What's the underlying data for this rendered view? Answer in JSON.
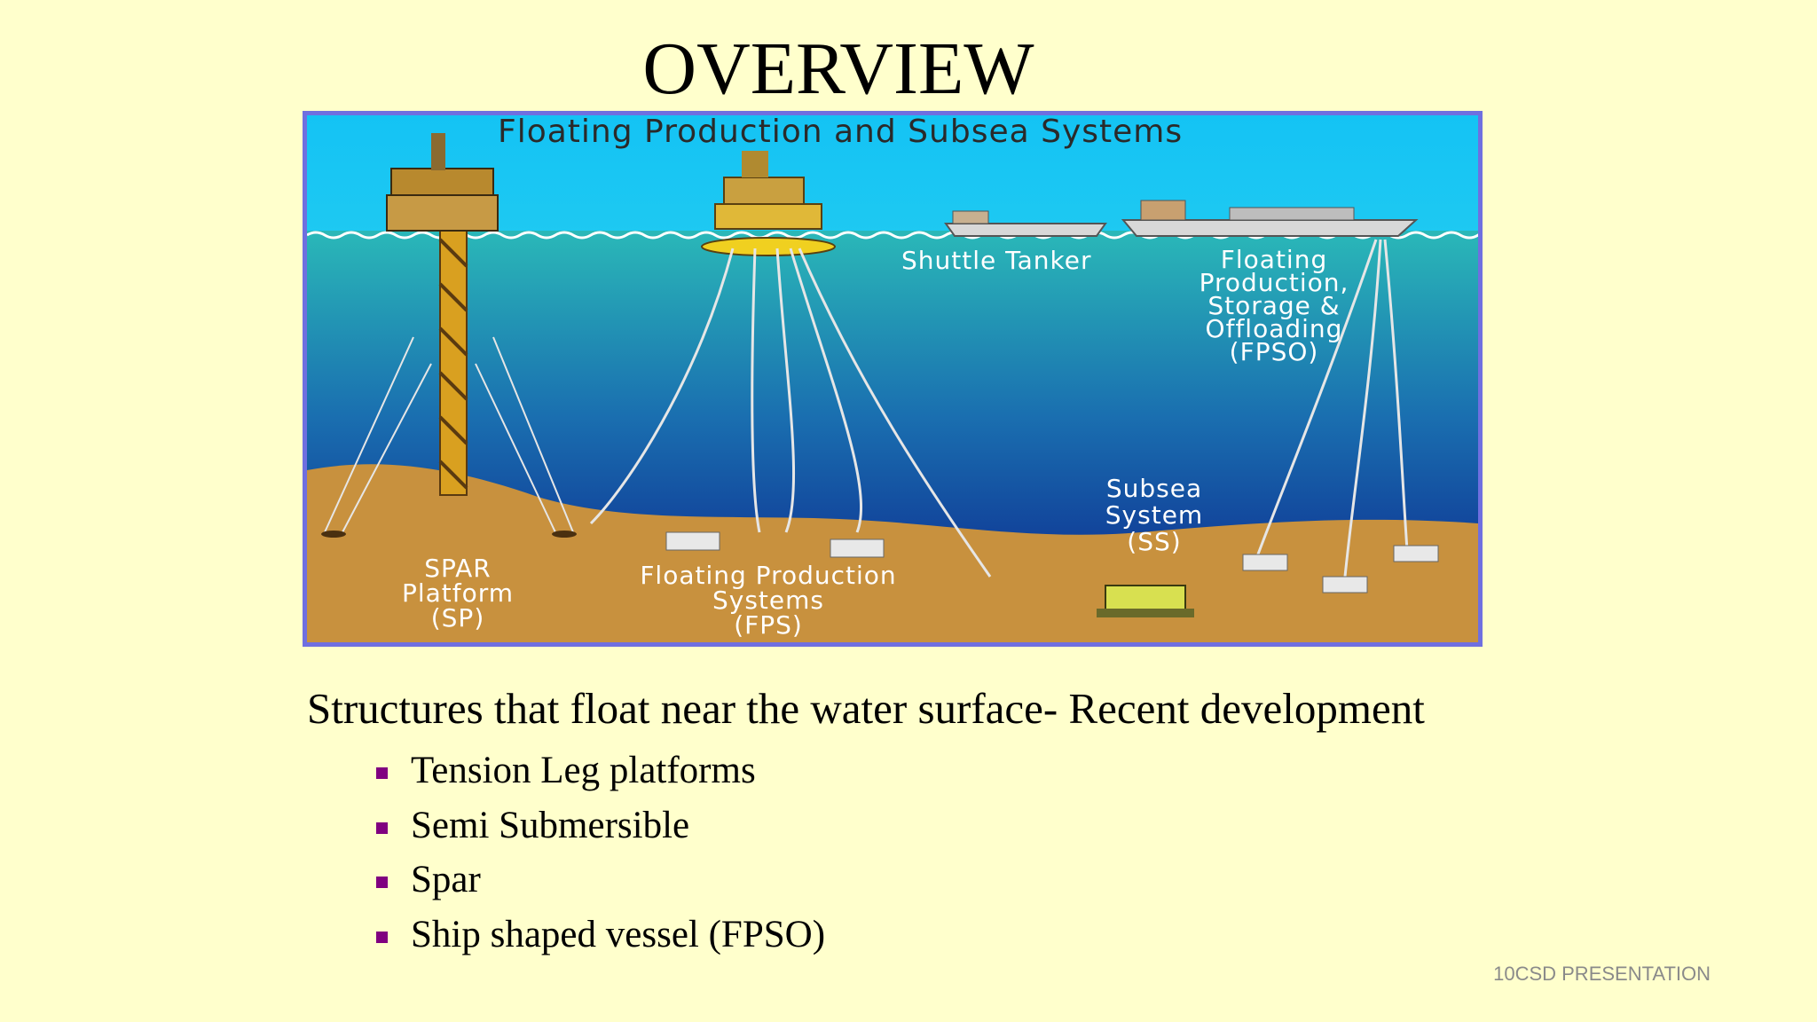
{
  "slide": {
    "title": "OVERVIEW",
    "subtitle": "Structures that float near the water surface- Recent development",
    "bullets": [
      "Tension Leg platforms",
      "Semi Submersible",
      "Spar",
      "Ship shaped vessel (FPSO)"
    ],
    "footer": "10CSD PRESENTATION",
    "bullet_color": "#800080",
    "background_color": "#ffffcc"
  },
  "figure": {
    "title": "Floating Production and Subsea Systems",
    "labels": {
      "shuttle_tanker": "Shuttle Tanker",
      "fpso": [
        "Floating",
        "Production,",
        "Storage &",
        "Offloading",
        "(FPSO)"
      ],
      "spar": [
        "SPAR",
        "Platform",
        "(SP)"
      ],
      "fps": [
        "Floating Production",
        "Systems",
        "(FPS)"
      ],
      "subsea": [
        "Subsea",
        "System",
        "(SS)"
      ]
    },
    "colors": {
      "sky": "#19bff0",
      "water_top": "#29b3b3",
      "water_bottom": "#0a1e8a",
      "seabed": "#c8913e",
      "frame": "#6f6fe0",
      "spar_hull": "#d9a020"
    }
  }
}
